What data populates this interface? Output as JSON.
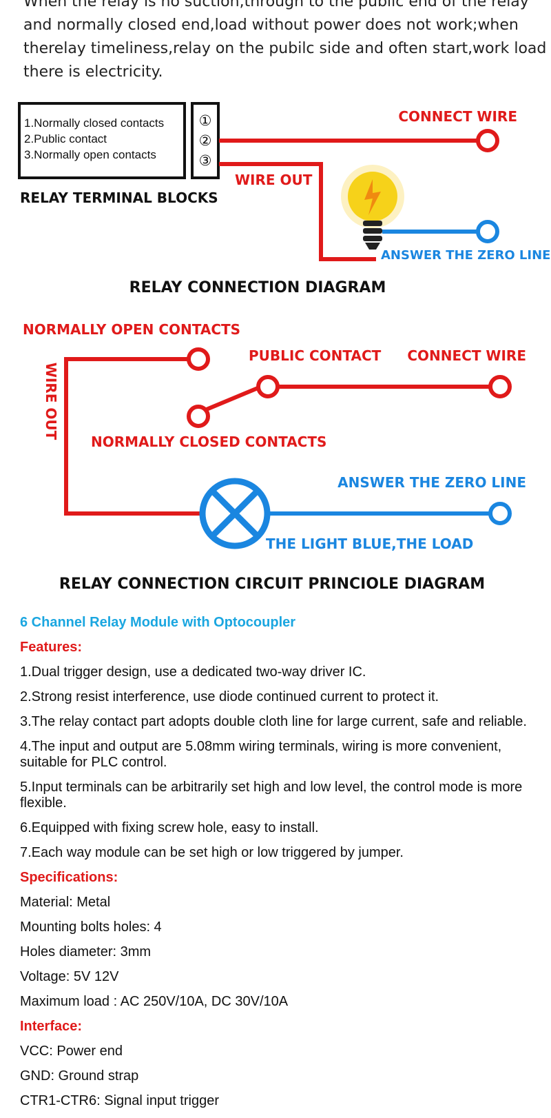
{
  "intro": {
    "line1": "When the relay is no suction,through to the public end of the relay",
    "line2": "and normally closed end,load without power does not work;when",
    "line3": "therelay timeliness,relay on the pubilc side and often start,work load",
    "line4": "there is electricity."
  },
  "diagram1": {
    "terminals": [
      "1.Normally closed contacts",
      "2.Public contact",
      "3.Normally open contacts"
    ],
    "numbers": [
      "①",
      "②",
      "③"
    ],
    "block_label": "RELAY TERMINAL BLOCKS",
    "connect_wire": "CONNECT WIRE",
    "wire_out": "WIRE OUT",
    "zero_line": "ANSWER THE ZERO LINE",
    "title": "RELAY CONNECTION DIAGRAM"
  },
  "diagram2": {
    "normally_open": "NORMALLY OPEN CONTACTS",
    "public_contact": "PUBLIC CONTACT",
    "connect_wire": "CONNECT WIRE",
    "wire_out": "WIRE OUT",
    "normally_closed": "NORMALLY CLOSED CONTACTS",
    "zero_line": "ANSWER THE ZERO LINE",
    "load": "THE LIGHT BLUE,THE LOAD",
    "title": "RELAY CONNECTION CIRCUIT PRINCIOLE DIAGRAM"
  },
  "product": {
    "title": "6 Channel Relay Module with Optocoupler",
    "features_heading": "Features:",
    "features": [
      "1.Dual trigger design, use a dedicated two-way driver IC.",
      "2.Strong resist interference, use diode continued current to protect it.",
      "3.The relay contact part adopts double cloth line for large current, safe and reliable.",
      "4.The input and output are 5.08mm wiring terminals, wiring is more convenient, suitable for PLC control.",
      "5.Input terminals can be arbitrarily set high and low level, the control mode is more flexible.",
      "6.Equipped with fixing screw hole, easy to install.",
      "7.Each way module can be set high or low triggered by jumper."
    ],
    "specs_heading": "Specifications:",
    "specs": [
      "Material: Metal",
      "Mounting bolts holes: 4",
      "Holes diameter: 3mm",
      "Voltage: 5V 12V",
      "Maximum load : AC 250V/10A, DC 30V/10A"
    ],
    "interface_heading": "Interface:",
    "interface": [
      "VCC: Power end",
      "GND: Ground strap",
      "CTR1-CTR6: Signal input trigger"
    ]
  },
  "colors": {
    "red": "#e01a1a",
    "blue": "#1a86e0",
    "title_blue": "#1aa6e0"
  }
}
